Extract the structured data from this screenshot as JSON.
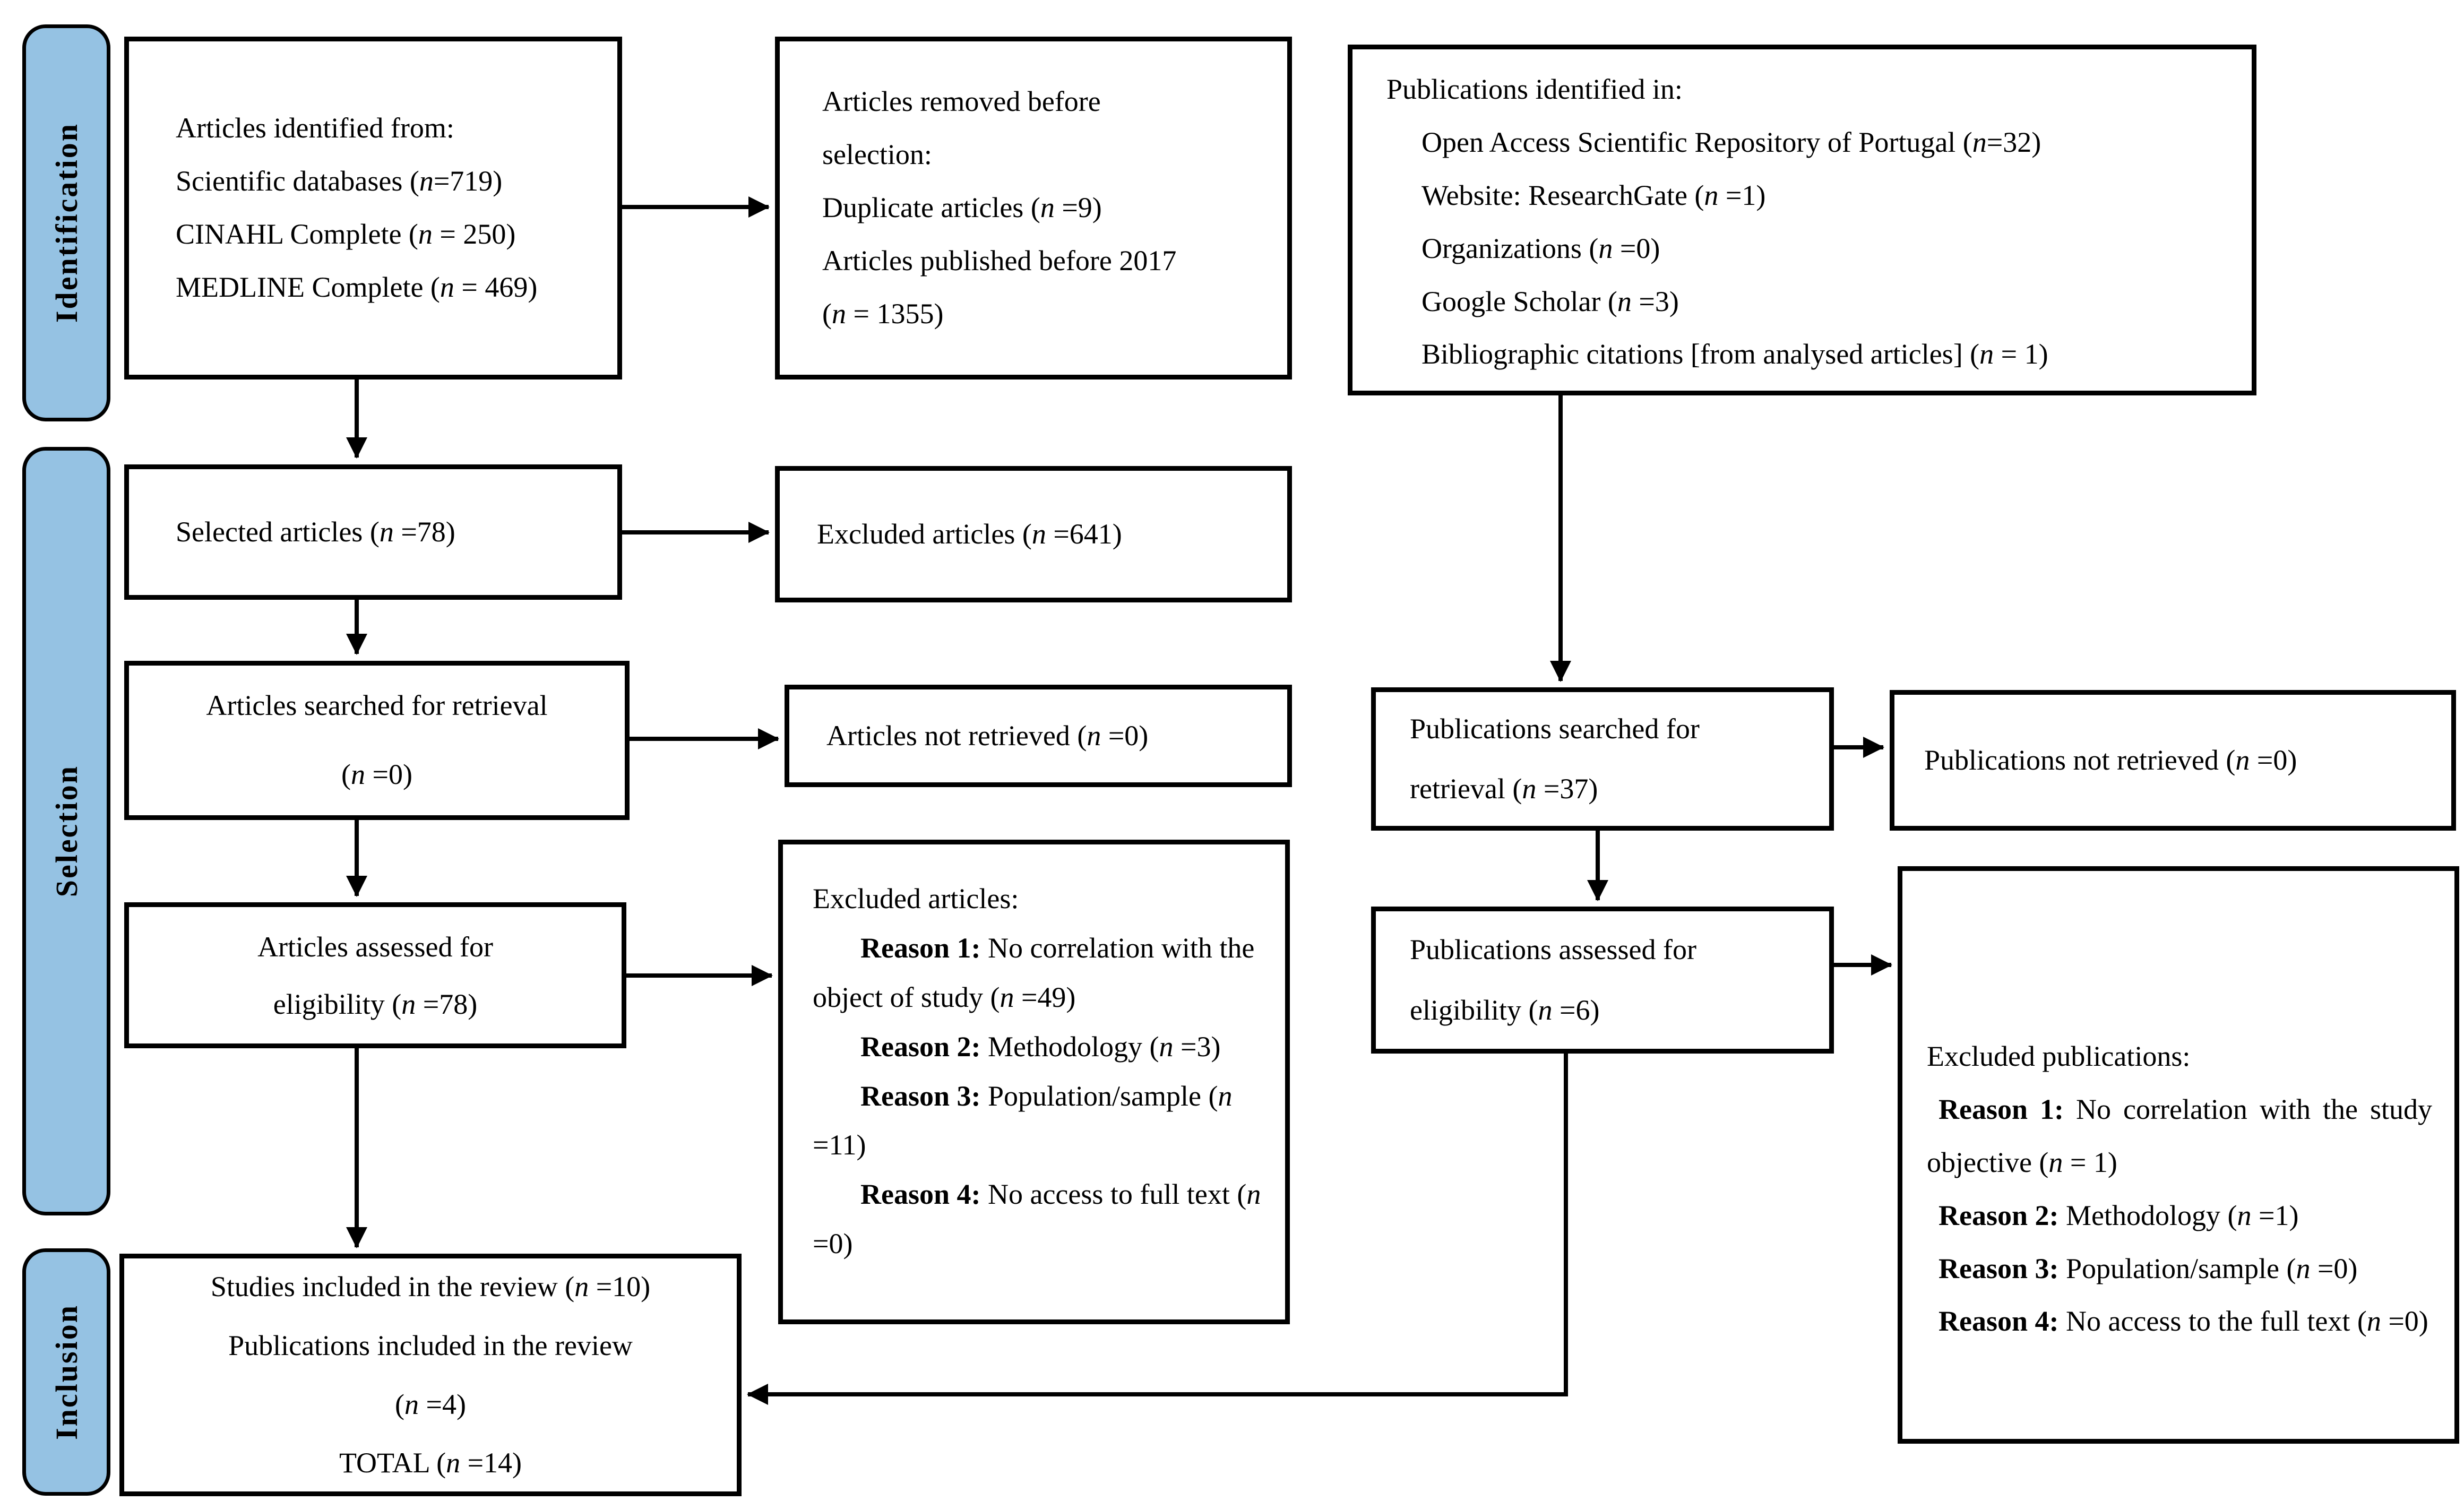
{
  "colors": {
    "stage_fill": "#95C2E3",
    "line": "#000000"
  },
  "stages": [
    {
      "label": "Identification"
    },
    {
      "label": "Selection"
    },
    {
      "label": "Inclusion"
    }
  ],
  "boxes": {
    "articles_identified": {
      "lines": [
        "Articles identified from:",
        "Scientific databases (n=719)",
        "CINAHL Complete (n = 250)",
        "MEDLINE Complete (n = 469)"
      ]
    },
    "articles_removed": {
      "lines": [
        "Articles removed before",
        "selection:",
        "Duplicate articles (n =9)",
        "Articles published before 2017",
        "(n = 1355)"
      ]
    },
    "publications_identified": {
      "title": "Publications identified in:",
      "items": [
        "Open Access Scientific Repository of Portugal (n=32)",
        "Website: ResearchGate (n =1)",
        "Organizations (n =0)",
        "Google Scholar (n =3)",
        "Bibliographic citations [from analysed articles] (n = 1)"
      ]
    },
    "selected_articles": {
      "text": "Selected articles (n =78)"
    },
    "excluded_articles": {
      "text": "Excluded articles (n =641)"
    },
    "articles_searched": {
      "lines": [
        "Articles searched for retrieval",
        "(n =0)"
      ]
    },
    "articles_not_retrieved": {
      "text": "Articles not retrieved (n =0)"
    },
    "publications_searched": {
      "lines": [
        "Publications searched for",
        "retrieval (n =37)"
      ]
    },
    "publications_not_retrieved": {
      "text": "Publications not retrieved (n =0)"
    },
    "articles_assessed": {
      "lines": [
        "Articles assessed for",
        "eligibility (n =78)"
      ]
    },
    "excluded_articles_reasons": {
      "title": "Excluded articles:",
      "reasons": [
        {
          "label": "Reason 1:",
          "text": " No correlation with the object of study (n =49)"
        },
        {
          "label": "Reason 2:",
          "text": " Methodology (n =3)"
        },
        {
          "label": "Reason 3:",
          "text": " Population/sample (n =11)"
        },
        {
          "label": "Reason 4:",
          "text": " No access to full text (n =0)"
        }
      ]
    },
    "publications_assessed": {
      "lines": [
        "Publications assessed for",
        "eligibility (n =6)"
      ]
    },
    "excluded_publications_reasons": {
      "title": "Excluded publications:",
      "reasons": [
        {
          "label": "Reason 1:",
          "text": " No correlation with the study objective (n = 1)"
        },
        {
          "label": "Reason 2:",
          "text": " Methodology (n =1)"
        },
        {
          "label": "Reason 3:",
          "text": " Population/sample (n =0)"
        },
        {
          "label": "Reason 4:",
          "text": " No access to the full text (n =0)"
        }
      ]
    },
    "included_in_review": {
      "lines": [
        "Studies included in the review (n =10)",
        "Publications included in the review",
        "(n =4)",
        "TOTAL (n =14)"
      ]
    }
  }
}
